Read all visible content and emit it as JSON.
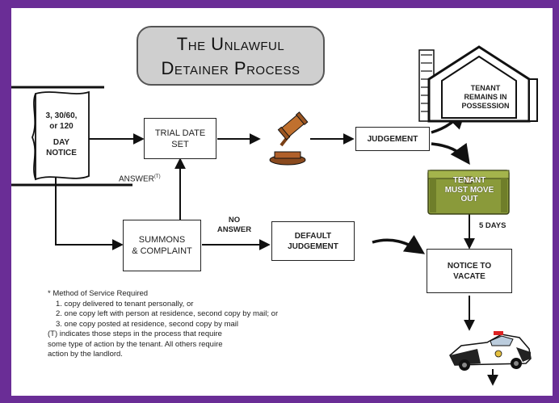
{
  "title": {
    "line1": "The Unlawful",
    "line2": "Detainer Process"
  },
  "notice": {
    "line1": "3, 30/60,",
    "line2": "or 120",
    "line3": "DAY",
    "line4": "NOTICE"
  },
  "trial": {
    "line1": "TRIAL DATE",
    "line2": "SET"
  },
  "answer_label": "ANSWER",
  "answer_sup": "(T)",
  "summons": {
    "line1": "SUMMONS",
    "line2": "& COMPLAINT"
  },
  "no_answer": {
    "line1": "NO",
    "line2": "ANSWER"
  },
  "default_judgement": {
    "line1": "DEFAULT",
    "line2": "JUDGEMENT"
  },
  "judgement": "JUDGEMENT",
  "house": {
    "line1": "TENANT",
    "line2": "REMAINS IN",
    "line3": "POSSESSION"
  },
  "trunk": {
    "line1": "TENANT",
    "line2": "MUST MOVE",
    "line3": "OUT"
  },
  "five_days": "5 DAYS",
  "notice_to_vacate": {
    "line1": "NOTICE TO",
    "line2": "VACATE"
  },
  "footnotes": {
    "heading": "* Method of Service Required",
    "item1": "1. copy delivered to tenant personally, or",
    "item2": "2. one copy left with person at residence, second copy by mail; or",
    "item3": "3. one copy posted at residence, second copy by mail",
    "t_note1": "(T) indicates those steps in the process that require",
    "t_note2": "some type of action by the tenant.  All others require",
    "t_note3": "action by the landlord."
  },
  "colors": {
    "frame": "#6a2d96",
    "title_bg": "#cfcfcf",
    "trunk": "#8a9a3a",
    "gavel": "#b0602a"
  },
  "icons": [
    "gavel-icon",
    "house-icon",
    "trunk-icon",
    "police-car-icon"
  ]
}
